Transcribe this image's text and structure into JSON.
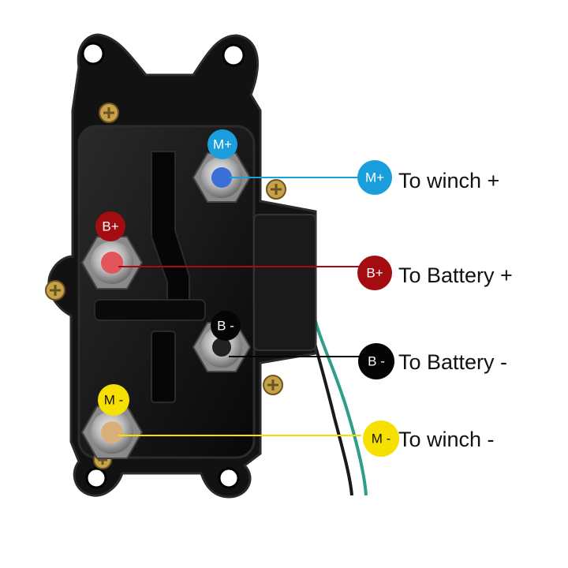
{
  "terminals": [
    {
      "id": "m-plus",
      "badge": "M+",
      "label": "To winch +",
      "color": "#1a9fdc",
      "text_color": "#ffffff",
      "post": "#3a6fd8"
    },
    {
      "id": "b-plus",
      "badge": "B+",
      "label": "To Battery +",
      "color": "#a30d12",
      "text_color": "#ffffff",
      "post": "#e2555a"
    },
    {
      "id": "b-minus",
      "badge": "B -",
      "label": "To Battery -",
      "color": "#050505",
      "text_color": "#ffffff",
      "post": "#222222"
    },
    {
      "id": "m-minus",
      "badge": "M -",
      "label": "To winch -",
      "color": "#f5e000",
      "text_color": "#111111",
      "post": "#d9b07a"
    }
  ],
  "colors": {
    "housing": "#121212",
    "housing_edge": "#2b2b2b",
    "screw": "#c8a24a",
    "wire_green": "#2e9e8a",
    "wire_black": "#1a1a1a"
  }
}
